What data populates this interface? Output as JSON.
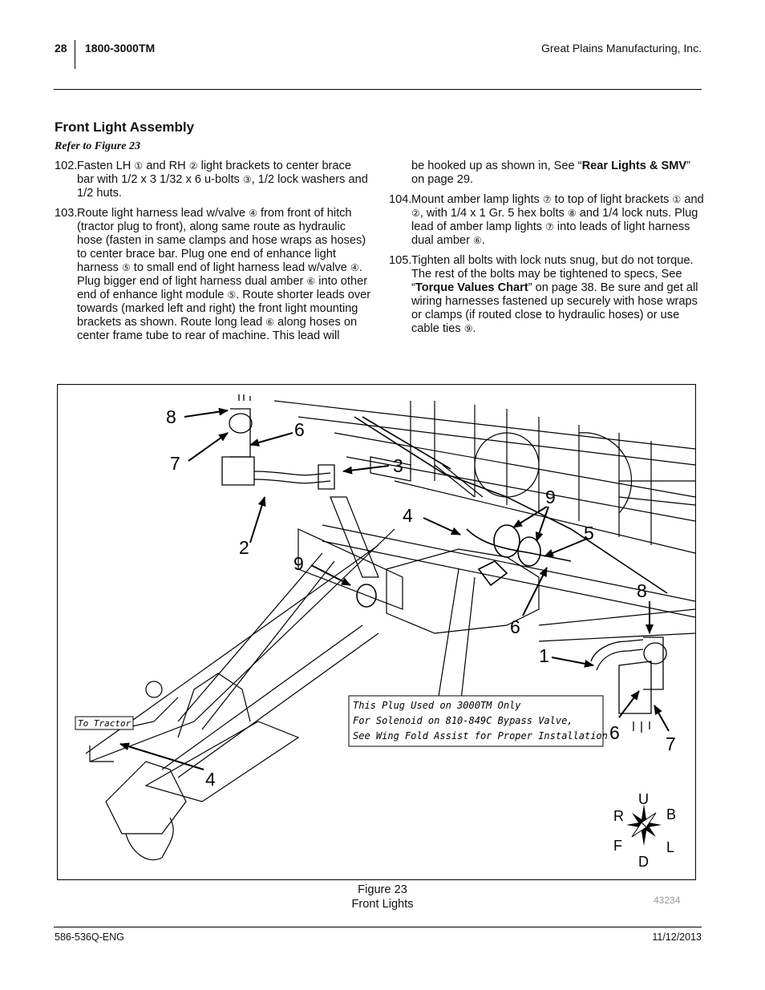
{
  "header": {
    "page_number": "28",
    "manual": "1800-3000TM",
    "company": "Great Plains Manufacturing, Inc."
  },
  "section": {
    "title": "Front Light Assembly",
    "refer": "Refer to Figure 23"
  },
  "steps": {
    "s102": {
      "num": "102.",
      "t1": "Fasten LH ",
      "c1": "①",
      "t2": " and RH ",
      "c2": "②",
      "t3": " light brackets to center brace bar with 1/2 x 3 1/32 x 6 u-bolts ",
      "c3": "③",
      "t4": ", 1/2 lock washers and 1/2 huts."
    },
    "s103": {
      "num": "103.",
      "t1": "Route light harness lead w/valve ",
      "c1": "④",
      "t2": " from front of hitch (tractor plug to front), along same route as hydraulic hose (fasten in same clamps and hose wraps as hoses) to center brace bar. Plug one end of enhance light harness ",
      "c2": "⑤",
      "t3": " to small end of light harness lead w/valve ",
      "c3": "④",
      "t4": ". Plug bigger end of light harness dual amber ",
      "c4": "⑥",
      "t5": " into other end of enhance light module ",
      "c5": "⑤",
      "t6": ". Route shorter leads over towards (marked left and right) the front light mounting brackets as shown. Route long lead ",
      "c6": "⑥",
      "t7": " along hoses on center frame tube to rear of machine. This lead will"
    },
    "s103_cont": {
      "t1": "be hooked up as shown in, See “",
      "b1": "Rear Lights & SMV",
      "t2": "” on page 29."
    },
    "s104": {
      "num": "104.",
      "t1": "Mount amber lamp lights ",
      "c1": "⑦",
      "t2": " to top of light brackets ",
      "c2": "①",
      "t3": " and ",
      "c3": "②",
      "t4": ", with 1/4 x 1 Gr. 5 hex bolts ",
      "c4": "⑧",
      "t5": " and 1/4 lock nuts. Plug lead of amber lamp lights ",
      "c5": "⑦",
      "t6": " into leads of light harness dual amber ",
      "c6": "⑥",
      "t7": "."
    },
    "s105": {
      "num": "105.",
      "t1": "Tighten all bolts with lock nuts snug, but do not torque. The rest of the bolts may be tightened to specs, See “",
      "b1": "Torque Values Chart",
      "t2": "” on page 38. Be sure and get all wiring harnesses fastened up securely with hose wraps or clamps (if routed close to hydraulic hoses) or use cable ties ",
      "c1": "⑨",
      "t3": "."
    }
  },
  "figure": {
    "callouts": {
      "c8a": "8",
      "c6a": "6",
      "c7a": "7",
      "c3": "3",
      "c2": "2",
      "c9a": "9",
      "c4a": "4",
      "c9b": "9",
      "c5": "5",
      "c8b": "8",
      "c6b": "6",
      "c1": "1",
      "c6c": "6",
      "c7b": "7",
      "c4b": "4"
    },
    "note": {
      "line1": "This Plug Used on 3000TM Only",
      "line2": "For Solenoid on 810-849C Bypass Valve,",
      "line3": "See Wing Fold Assist for Proper Installation"
    },
    "to_tractor": "To Tractor",
    "directions": {
      "u": "U",
      "d": "D",
      "r": "R",
      "b": "B",
      "f": "F",
      "l": "L"
    }
  },
  "caption": {
    "line1": "Figure 23",
    "line2": "Front Lights",
    "id": "43234"
  },
  "footer": {
    "doc_id": "586-536Q-ENG",
    "date": "11/12/2013"
  }
}
